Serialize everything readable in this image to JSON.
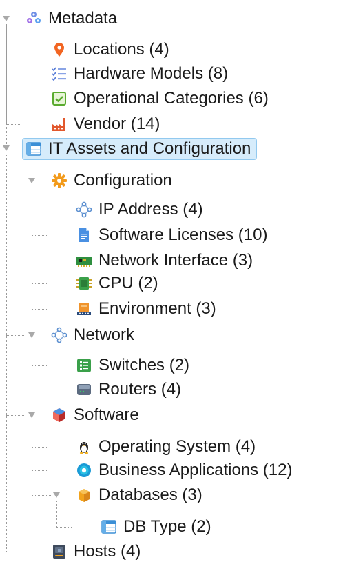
{
  "tree": [
    {
      "id": "metadata",
      "label": "Metadata",
      "icon": "metadata-icon",
      "depth": 0,
      "expanded": true
    },
    {
      "id": "locations",
      "label": "Locations (4)",
      "icon": "location-pin-icon",
      "depth": 1
    },
    {
      "id": "hardware-models",
      "label": "Hardware Models (8)",
      "icon": "checklist-icon",
      "depth": 1
    },
    {
      "id": "operational-categories",
      "label": "Operational Categories (6)",
      "icon": "checkbox-icon",
      "depth": 1
    },
    {
      "id": "vendor",
      "label": "Vendor (14)",
      "icon": "factory-icon",
      "depth": 1
    },
    {
      "id": "it-assets",
      "label": "IT Assets and Configuration",
      "icon": "table-icon",
      "depth": 0,
      "expanded": true,
      "selected": true
    },
    {
      "id": "configuration",
      "label": "Configuration",
      "icon": "gear-icon",
      "depth": 1,
      "expanded": true
    },
    {
      "id": "ip-address",
      "label": "IP Address (4)",
      "icon": "network-nodes-icon",
      "depth": 2
    },
    {
      "id": "software-licenses",
      "label": "Software Licenses (10)",
      "icon": "document-icon",
      "depth": 2
    },
    {
      "id": "network-interface",
      "label": "Network Interface (3)",
      "icon": "network-card-icon",
      "depth": 2
    },
    {
      "id": "cpu",
      "label": "CPU (2)",
      "icon": "chip-icon",
      "depth": 2
    },
    {
      "id": "environment",
      "label": "Environment (3)",
      "icon": "environment-icon",
      "depth": 2
    },
    {
      "id": "network",
      "label": "Network",
      "icon": "network-nodes-icon",
      "depth": 1,
      "expanded": true
    },
    {
      "id": "switches",
      "label": "Switches (2)",
      "icon": "switch-icon",
      "depth": 2
    },
    {
      "id": "routers",
      "label": "Routers (4)",
      "icon": "router-icon",
      "depth": 2
    },
    {
      "id": "software",
      "label": "Software",
      "icon": "software-box-icon",
      "depth": 1,
      "expanded": true
    },
    {
      "id": "operating-system",
      "label": "Operating System (4)",
      "icon": "penguin-icon",
      "depth": 2
    },
    {
      "id": "business-applications",
      "label": "Business Applications (12)",
      "icon": "app-circle-icon",
      "depth": 2
    },
    {
      "id": "databases",
      "label": "Databases (3)",
      "icon": "database-box-icon",
      "depth": 2,
      "expanded": true
    },
    {
      "id": "db-type",
      "label": "DB Type (2)",
      "icon": "table-icon",
      "depth": 3
    },
    {
      "id": "hosts",
      "label": "Hosts (4)",
      "icon": "host-icon",
      "depth": 1
    }
  ],
  "colors": {
    "selection_bg": "#d6ecfb",
    "selection_border": "#92c9ef",
    "connector": "#9a9a9a",
    "toggle": "#a9a9a9"
  }
}
